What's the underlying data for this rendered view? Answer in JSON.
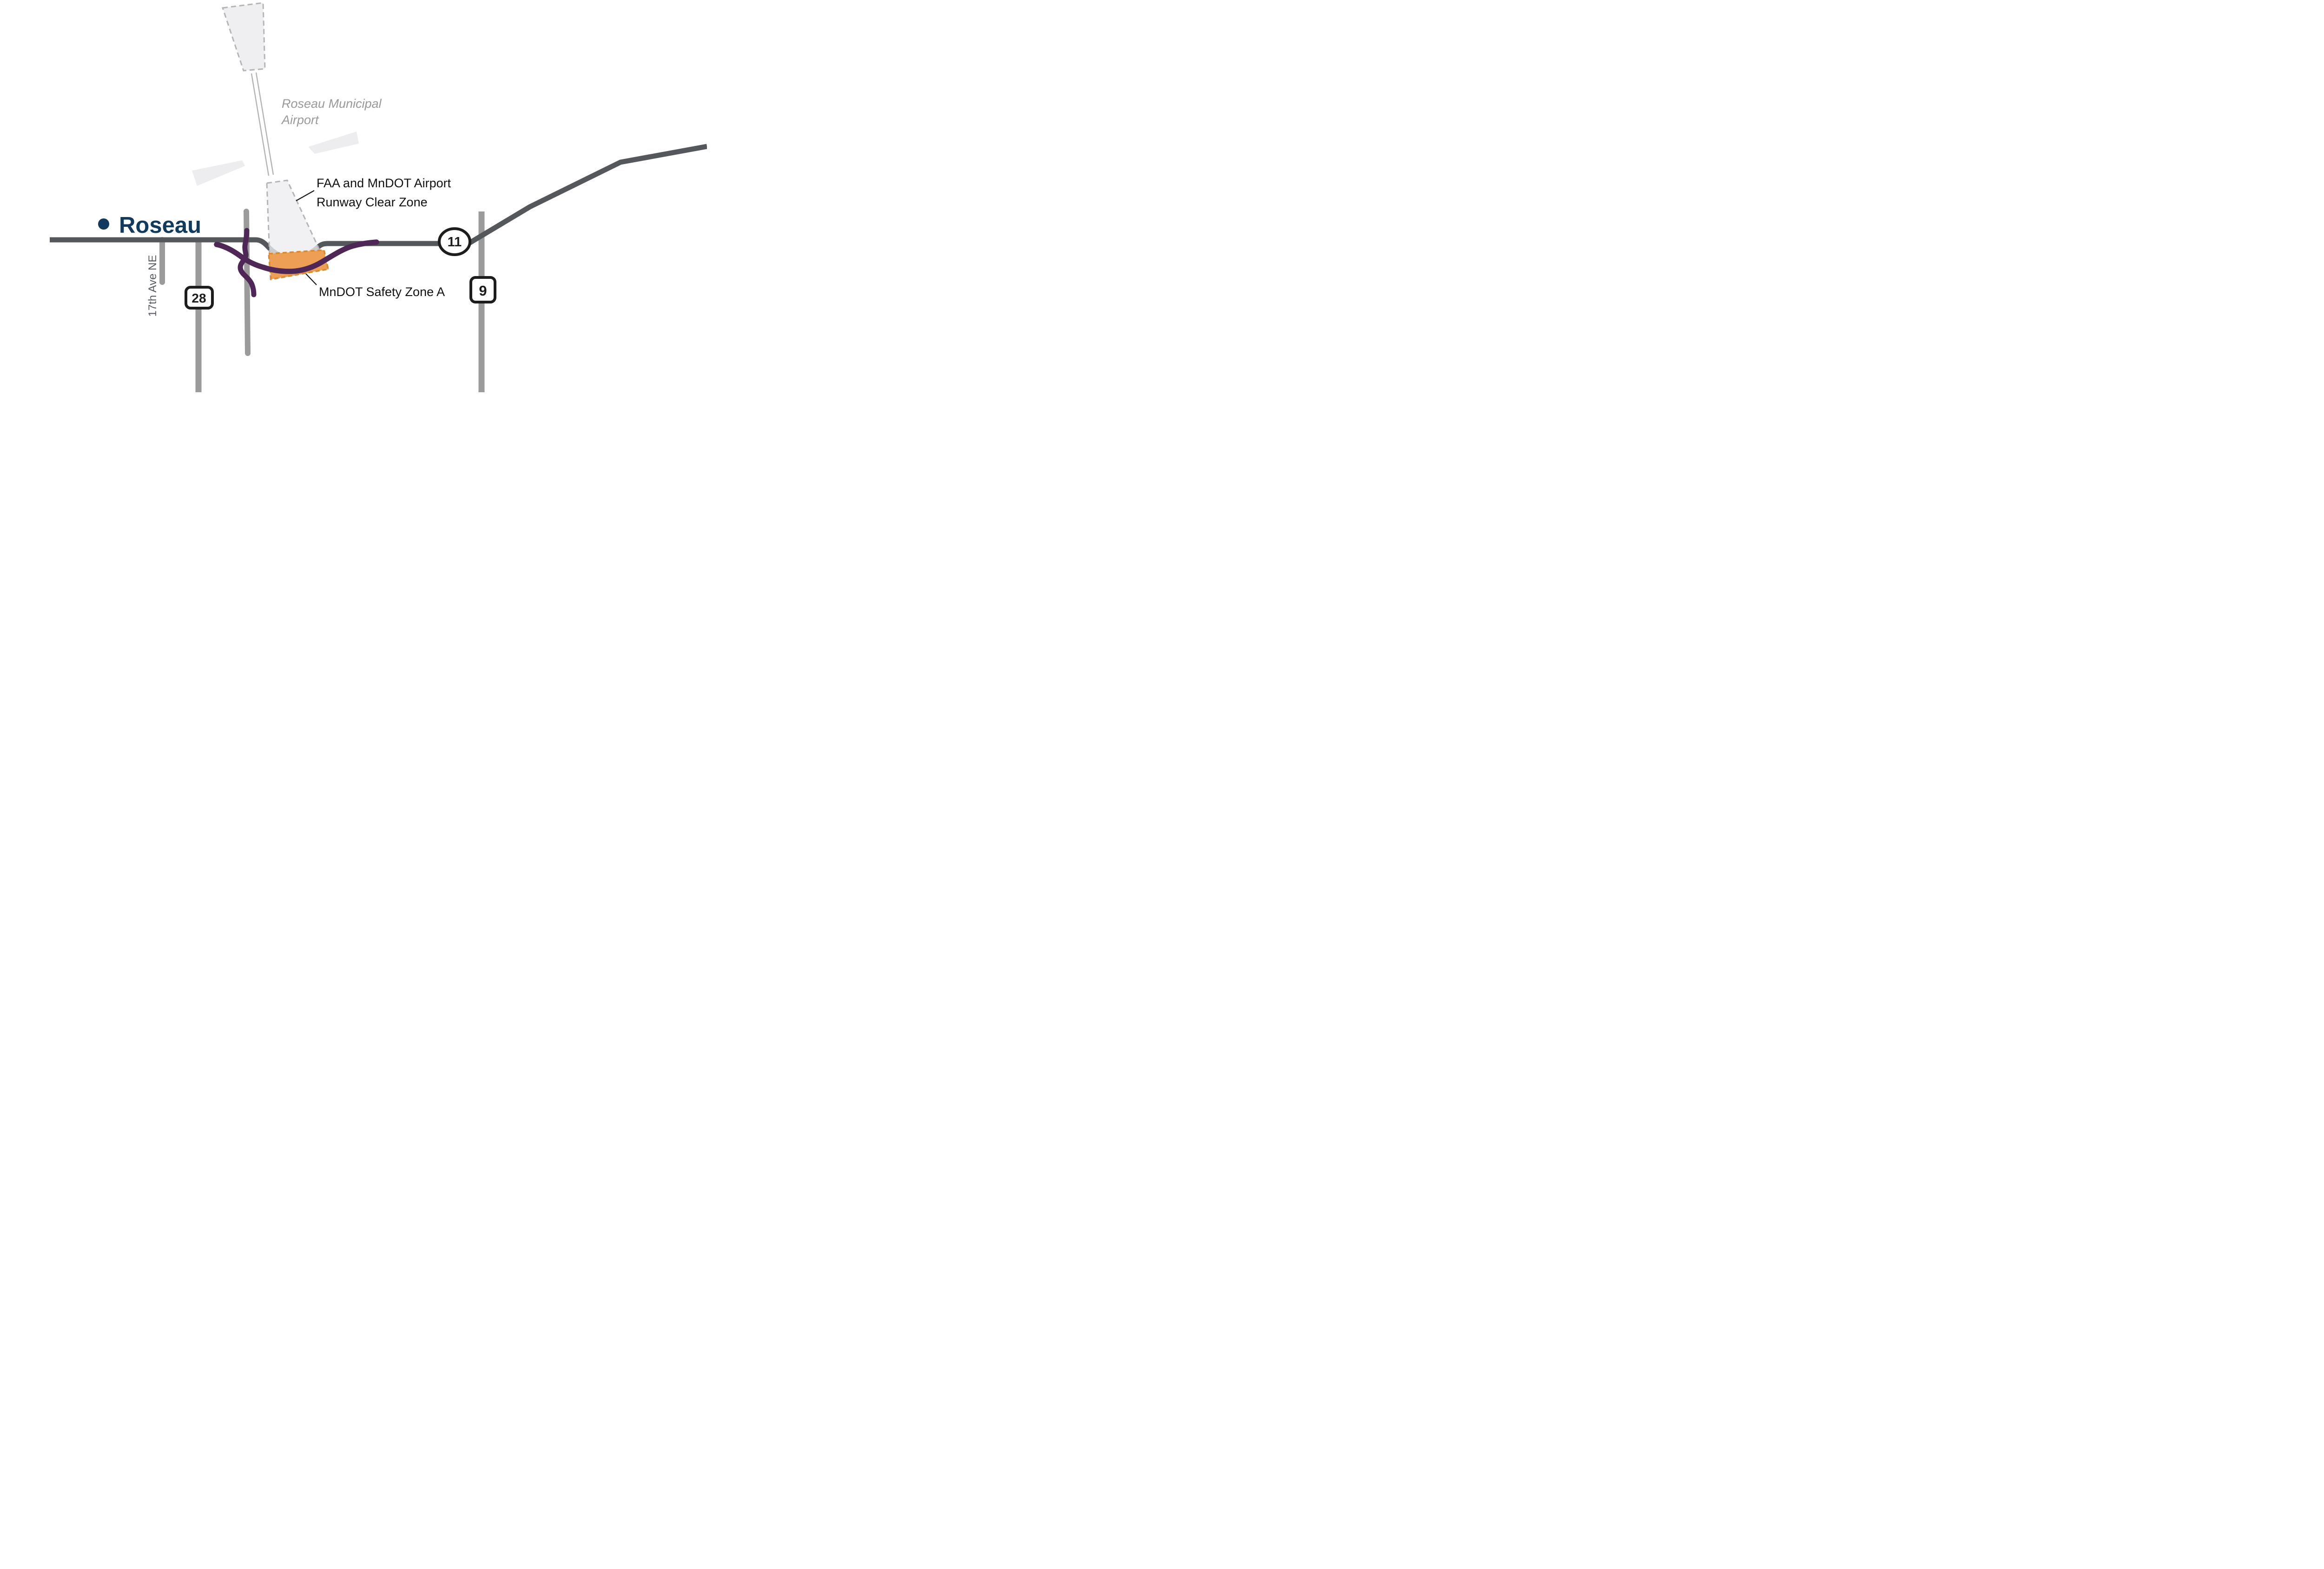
{
  "map": {
    "city": {
      "name": "Roseau"
    },
    "airport": {
      "line1": "Roseau Municipal",
      "line2": "Airport"
    },
    "labels": {
      "clear_zone_line1": "FAA and MnDOT Airport",
      "clear_zone_line2": "Runway Clear Zone",
      "safety_zone": "MnDOT Safety Zone A",
      "street": "17th Ave NE"
    },
    "routes": {
      "highway11": "11",
      "county28": "28",
      "county9": "9"
    },
    "colors": {
      "city_navy": "#113a5f",
      "highway_dark": "#54575b",
      "minor_road": "#9b9b9b",
      "realignment_purple": "#4e2757",
      "safety_zone_fill": "#eda055",
      "safety_zone_border": "#dd8a2e",
      "clear_zone_fill": "#ededef",
      "clear_zone_border": "#b5b5b8",
      "runway_line": "#b3b3b3",
      "label_gray": "#9a9a9a"
    }
  }
}
